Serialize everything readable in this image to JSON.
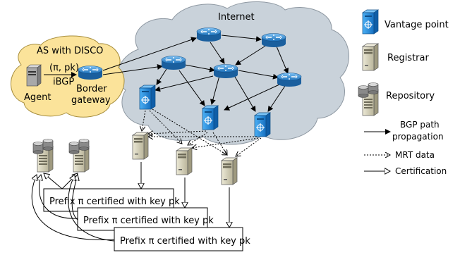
{
  "cloud_label": "Internet",
  "as_box": {
    "title": "AS with DISCO",
    "pair_label": "(π, pk)",
    "ibgp_label": "iBGP",
    "agent_label": "Agent",
    "gateway_label_line1": "Border",
    "gateway_label_line2": "gateway"
  },
  "certificates": [
    "Prefix π certified with key pk",
    "Prefix π certified with key pk",
    "Prefix π certified with key pk"
  ],
  "legend": {
    "vantage_point": "Vantage point",
    "registrar": "Registrar",
    "repository": "Repository",
    "bgp_line1": "BGP path",
    "bgp_line2": "propagation",
    "mrt": "MRT data",
    "certification": "Certification"
  },
  "icons": {
    "router": "router-icon",
    "vantage": "vantage-point-server-icon",
    "registrar": "registrar-server-icon",
    "repository": "repository-server-icon",
    "agent": "agent-computer-icon"
  },
  "colors": {
    "cloud_fill": "#c9d2da",
    "as_fill": "#fbe39a",
    "router_blue": "#1e86d8",
    "vantage_blue": "#1f8fe0",
    "server_beige": "#d8d4b8"
  }
}
